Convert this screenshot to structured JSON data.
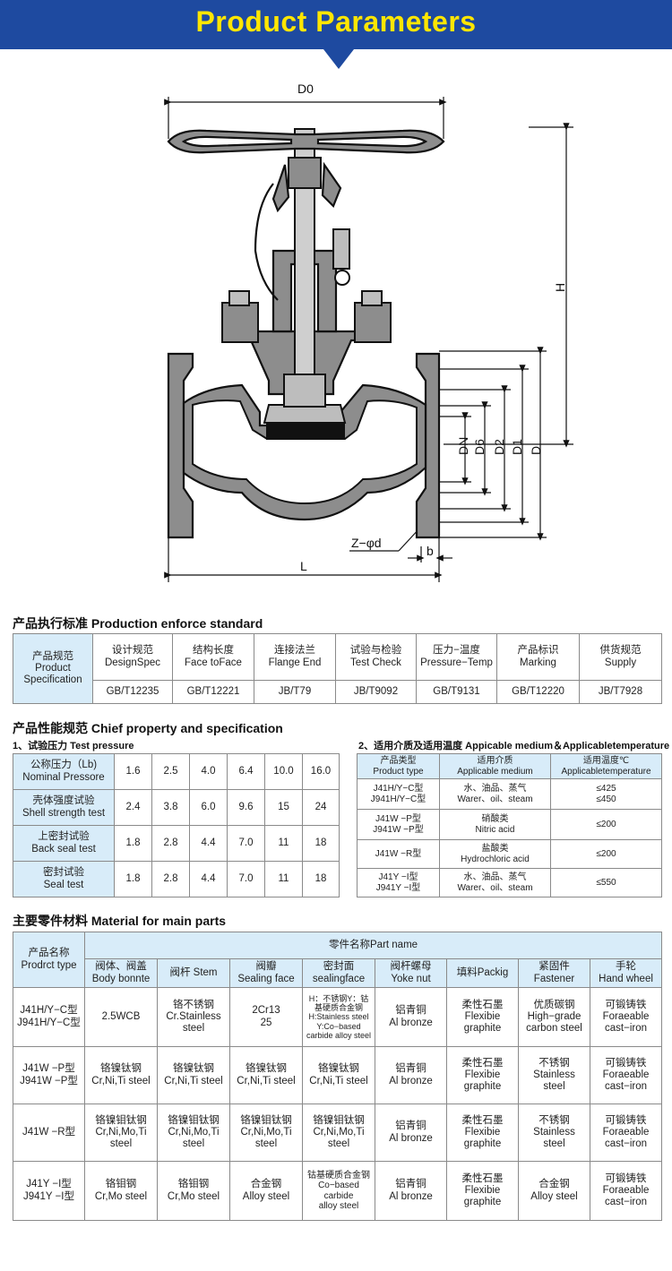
{
  "banner": {
    "title": "Product Parameters"
  },
  "drawing": {
    "labels": {
      "D0": "D0",
      "H": "H",
      "DN": "DN",
      "D6": "D6",
      "D2": "D2",
      "D1": "D1",
      "D": "D",
      "Zphid": "Z−φd",
      "b": "b",
      "L": "L"
    }
  },
  "standard": {
    "title": "产品执行标准 Production enforce standard",
    "row_header": {
      "cn": "产品规范",
      "en1": "Product",
      "en2": "Specification"
    },
    "columns": [
      {
        "cn": "设计规范",
        "en": "DesignSpec",
        "value": "GB/T12235"
      },
      {
        "cn": "结构长度",
        "en": "Face toFace",
        "value": "GB/T12221"
      },
      {
        "cn": "连接法兰",
        "en": "Flange End",
        "value": "JB/T79"
      },
      {
        "cn": "试验与检验",
        "en": "Test Check",
        "value": "JB/T9092"
      },
      {
        "cn": "压力−温度",
        "en": "Pressure−Temp",
        "value": "GB/T9131"
      },
      {
        "cn": "产品标识",
        "en": "Marking",
        "value": "GB/T12220"
      },
      {
        "cn": "供货规范",
        "en": "Supply",
        "value": "JB/T7928"
      }
    ]
  },
  "chief": {
    "title": "产品性能规范 Chief property and specification",
    "test_title": "1、试验压力 Test pressure",
    "medium_title": "2、适用介质及适用温度 Appicable medium＆Applicabletemperature",
    "test_rows": [
      {
        "cn": "公称压力（Lb)",
        "en": "Nominal Pressore",
        "values": [
          "1.6",
          "2.5",
          "4.0",
          "6.4",
          "10.0",
          "16.0"
        ]
      },
      {
        "cn": "壳体强度试验",
        "en": "Shell strength test",
        "values": [
          "2.4",
          "3.8",
          "6.0",
          "9.6",
          "15",
          "24"
        ]
      },
      {
        "cn": "上密封试验",
        "en": "Back seal test",
        "values": [
          "1.8",
          "2.8",
          "4.4",
          "7.0",
          "11",
          "18"
        ]
      },
      {
        "cn": "密封试验",
        "en": "Seal test",
        "values": [
          "1.8",
          "2.8",
          "4.4",
          "7.0",
          "11",
          "18"
        ]
      }
    ],
    "medium_header": [
      {
        "cn": "产品类型",
        "en": "Product type"
      },
      {
        "cn": "适用介质",
        "en": "Applicable medium"
      },
      {
        "cn": "适用温度℃",
        "en": "Applicabletemperature"
      }
    ],
    "medium_rows": [
      {
        "type1": "J41H/Y−C型",
        "type2": "J941H/Y−C型",
        "med_cn": "水、油品、蒸气",
        "med_en": "Warer、oil、steam",
        "temp1": "≤425",
        "temp2": "≤450"
      },
      {
        "type1": "J41W −P型",
        "type2": "J941W −P型",
        "med_cn": "硝酸类",
        "med_en": "Nitric  acid",
        "temp1": "≤200",
        "temp2": ""
      },
      {
        "type1": "J41W −R型",
        "type2": "",
        "med_cn": "盐酸类",
        "med_en": "Hydrochloric acid",
        "temp1": "≤200",
        "temp2": ""
      },
      {
        "type1": "J41Y −I型",
        "type2": "J941Y −I型",
        "med_cn": "水、油品、蒸气",
        "med_en": "Warer、oil、steam",
        "temp1": "≤550",
        "temp2": ""
      }
    ]
  },
  "material": {
    "title": "主要零件材料 Material for main parts",
    "row_header": {
      "cn": "产品名称",
      "en": "Prodrct type"
    },
    "part_name": "零件名称Part name",
    "columns": [
      {
        "cn": "阀体、阀盖",
        "en": "Body bonnte"
      },
      {
        "cn": "阀杆 Stem",
        "en": ""
      },
      {
        "cn": "阀瓣",
        "en": "Sealing face"
      },
      {
        "cn": "密封面",
        "en": "sealingface"
      },
      {
        "cn": "阀杆螺母",
        "en": "Yoke nut"
      },
      {
        "cn": "填料Packig",
        "en": ""
      },
      {
        "cn": "紧固件",
        "en": "Fastener"
      },
      {
        "cn": "手轮",
        "en": "Hand wheel"
      }
    ],
    "rows": [
      {
        "type1": "J41H/Y−C型",
        "type2": "J941H/Y−C型",
        "cells": [
          [
            "2.5WCB"
          ],
          [
            "铬不锈钢",
            "Cr.Stainless",
            "steel"
          ],
          [
            "2Cr13",
            "25"
          ],
          [
            "H：不锈钢Y：钴",
            "基硬质合金钢",
            "H:Stainless steel",
            "Y:Co−based",
            "carbide alloy steel"
          ],
          [
            "铝青铜",
            "Al bronze"
          ],
          [
            "柔性石墨",
            "Flexibie",
            "graphite"
          ],
          [
            "优质碳钢",
            "High−grade",
            "carbon steel"
          ],
          [
            "可锻铸铁",
            "Foraeable",
            "cast−iron"
          ]
        ]
      },
      {
        "type1": "J41W −P型",
        "type2": "J941W −P型",
        "cells": [
          [
            "铬镍钛钢",
            "Cr,Ni,Ti steel"
          ],
          [
            "铬镍钛钢",
            "Cr,Ni,Ti steel"
          ],
          [
            "铬镍钛钢",
            "Cr,Ni,Ti steel"
          ],
          [
            "铬镍钛钢",
            "Cr,Ni,Ti steel"
          ],
          [
            "铝青铜",
            "Al bronze"
          ],
          [
            "柔性石墨",
            "Flexibie",
            "graphite"
          ],
          [
            "不锈钢",
            "Stainless",
            "steel"
          ],
          [
            "可锻铸铁",
            "Foraeable",
            "cast−iron"
          ]
        ]
      },
      {
        "type1": "J41W −R型",
        "type2": "",
        "cells": [
          [
            "铬镍钼钛钢",
            "Cr,Ni,Mo,Ti",
            "steel"
          ],
          [
            "铬镍钼钛钢",
            "Cr,Ni,Mo,Ti",
            "steel"
          ],
          [
            "铬镍钼钛钢",
            "Cr,Ni,Mo,Ti",
            "steel"
          ],
          [
            "铬镍钼钛钢",
            "Cr,Ni,Mo,Ti",
            "steel"
          ],
          [
            "铝青铜",
            "Al bronze"
          ],
          [
            "柔性石墨",
            "Flexibie",
            "graphite"
          ],
          [
            "不锈钢",
            "Stainless",
            "steel"
          ],
          [
            "可锻铸铁",
            "Foraeable",
            "cast−iron"
          ]
        ]
      },
      {
        "type1": "J41Y −I型",
        "type2": "J941Y −I型",
        "cells": [
          [
            "铬钼钢",
            "Cr,Mo steel"
          ],
          [
            "铬钼钢",
            "Cr,Mo steel"
          ],
          [
            "合金钢",
            "Alloy steel"
          ],
          [
            "钴基硬质合金钢",
            "Co−based",
            "carbide",
            "alloy steel"
          ],
          [
            "铝青铜",
            "Al bronze"
          ],
          [
            "柔性石墨",
            "Flexibie",
            "graphite"
          ],
          [
            "合金钢",
            "Alloy steel"
          ],
          [
            "可锻铸铁",
            "Foraeable",
            "cast−iron"
          ]
        ]
      }
    ]
  }
}
